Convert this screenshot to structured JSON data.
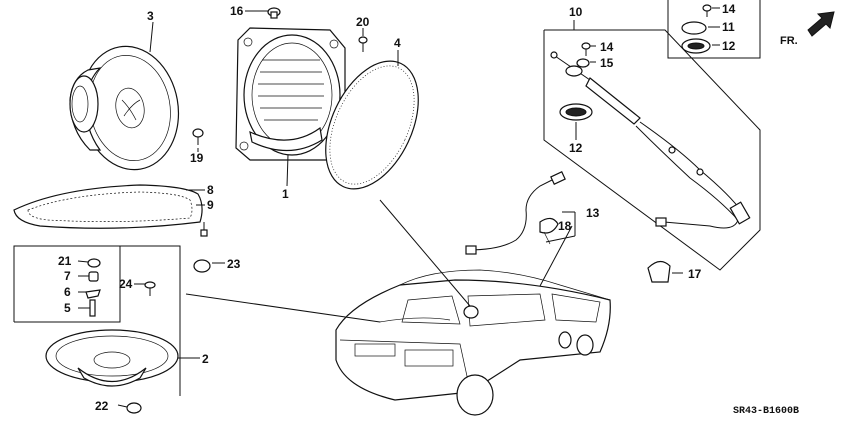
{
  "callouts": {
    "c1": "1",
    "c2": "2",
    "c3": "3",
    "c4": "4",
    "c5": "5",
    "c6": "6",
    "c7": "7",
    "c8": "8",
    "c9": "9",
    "c10": "10",
    "c11": "11",
    "c12a": "12",
    "c12b": "12",
    "c13": "13",
    "c14a": "14",
    "c14b": "14",
    "c15": "15",
    "c16": "16",
    "c17": "17",
    "c18": "18",
    "c19": "19",
    "c20": "20",
    "c21": "21",
    "c22": "22",
    "c23": "23",
    "c24": "24"
  },
  "direction_label": "FR.",
  "diagram_code": "SR43-B1600B"
}
